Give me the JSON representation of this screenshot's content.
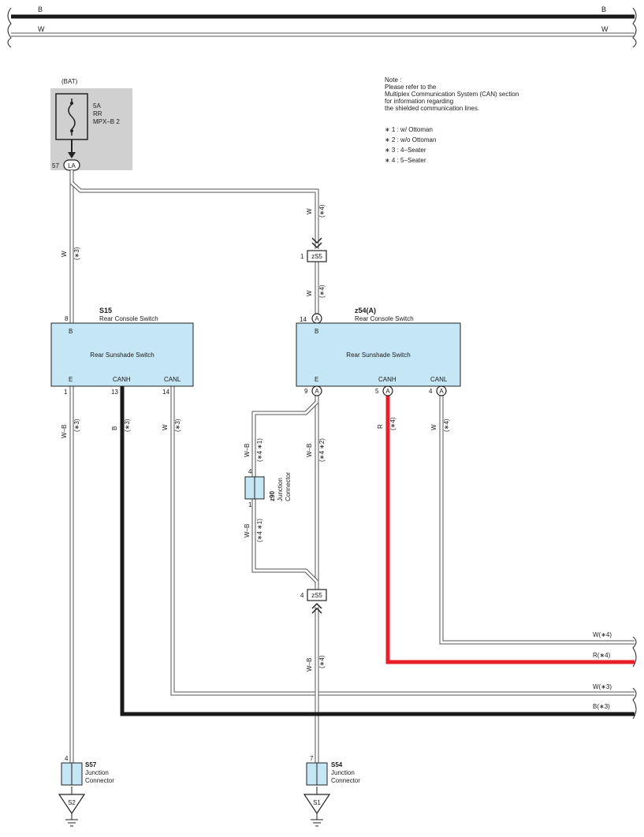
{
  "bus": {
    "top_black_label_left": "B",
    "top_black_label_right": "B",
    "top_white_label_left": "W",
    "top_white_label_right": "W"
  },
  "note": {
    "lines": [
      "Note :",
      "Please refer to the",
      "Multiplex Communication System (CAN) section",
      "for information regarding",
      "the shielded communication lines."
    ],
    "footnotes": [
      "∗ 1 : w/ Ottoman",
      "∗ 2 : w/o Ottoman",
      "∗ 3 : 4–Seater",
      "∗ 4 : 5–Seater"
    ]
  },
  "fuse": {
    "bat": "(BAT)",
    "rating": "5A",
    "name1": "RR",
    "name2": "MPX–B 2",
    "pin": "57",
    "conn": "LA"
  },
  "s15": {
    "id": "S15",
    "name": "Rear Console Switch",
    "inner": "Rear Sunshade Switch",
    "pin_b_num": "8",
    "pin_b": "B",
    "pin_e": "E",
    "pin_canh": "CANH",
    "pin_canl": "CANL",
    "pin_e_num": "1",
    "pin_canh_num": "13",
    "pin_canl_num": "14"
  },
  "z54": {
    "id": "z54(A)",
    "name": "Rear Console Switch",
    "inner": "Rear Sunshade Switch",
    "pin_b_num": "14",
    "pin_b": "B",
    "conn": "A",
    "pin_e": "E",
    "pin_canh": "CANH",
    "pin_canl": "CANL",
    "pin_e_num": "9",
    "pin_canh_num": "5",
    "pin_canl_num": "4"
  },
  "zs5_top": {
    "pin": "1",
    "label": "zS5"
  },
  "zs5_bot": {
    "pin": "4",
    "label": "zS5"
  },
  "z90": {
    "id": "z90",
    "desc1": "Junction",
    "desc2": "Connector",
    "pin_top": "4",
    "pin_bot": "1"
  },
  "s57": {
    "id": "S57",
    "desc1": "Junction",
    "desc2": "Connector",
    "pin": "4",
    "ground": "S2"
  },
  "s54": {
    "id": "S54",
    "desc1": "Junction",
    "desc2": "Connector",
    "pin": "7",
    "ground": "S1"
  },
  "wires": {
    "w_s15_b": "W",
    "w_s15_b_note": "(∗3)",
    "w_top_right": "W",
    "w_top_right_note": "(∗4)",
    "w_zs5_z54": "W",
    "w_zs5_z54_note": "(∗4)",
    "s15_e": "W–B",
    "s15_e_note": "(∗3)",
    "s15_canh": "B",
    "s15_canh_note": "(∗3)",
    "s15_canl": "W",
    "s15_canl_note": "(∗3)",
    "z90_top": "W–B",
    "z90_top_note": "(∗4 ∗1)",
    "z90_bot": "W–B",
    "z90_bot_note": "(∗4 ∗1)",
    "z54_e": "W–B",
    "z54_e_note": "(∗4 ∗2)",
    "z54_canh": "R",
    "z54_canh_note": "(∗4)",
    "z54_canl": "W",
    "z54_canl_note": "(∗4)",
    "s54_wire": "W–B",
    "s54_wire_note": "(∗4)"
  },
  "right_labels": {
    "w4": "W(∗4)",
    "r4": "R(∗4)",
    "w3": "W(∗3)",
    "b3": "B(∗3)"
  },
  "colors": {
    "component": "#c5e6f5",
    "red_wire": "#e8202a",
    "fuse_bg": "#d0d0d0"
  }
}
